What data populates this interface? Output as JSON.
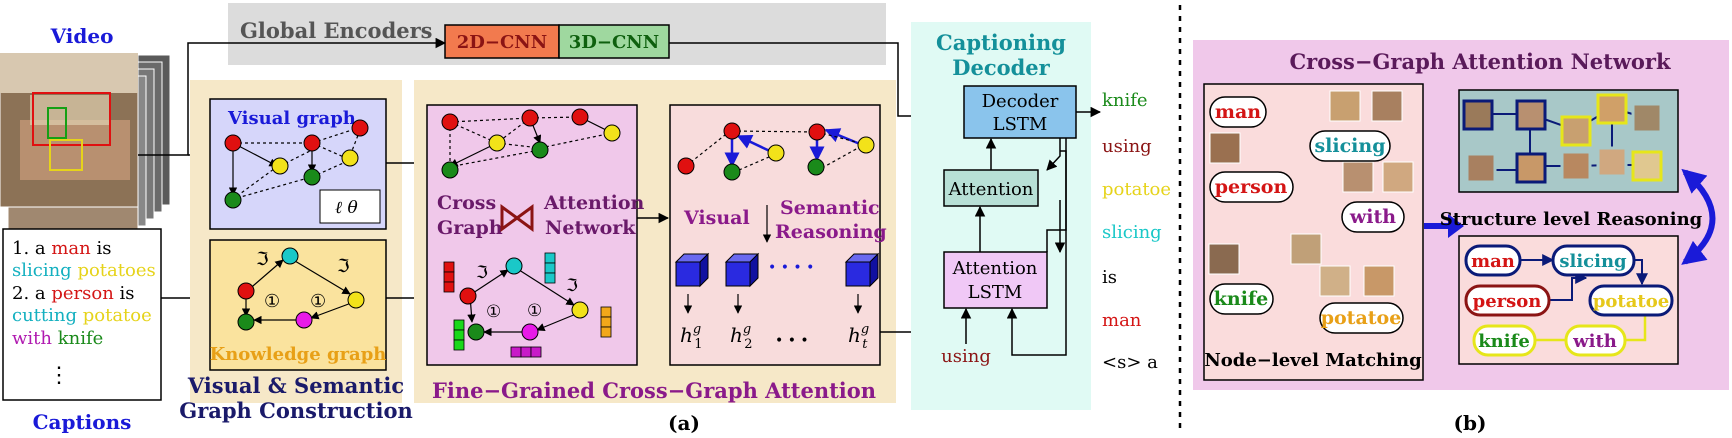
{
  "colors": {
    "blue": "#1a1ad8",
    "red": "#d41515",
    "green": "#1a8a1a",
    "purple": "#8a1a8a",
    "teal": "#14909a",
    "orange": "#e8a017",
    "yellow": "#e6d31a",
    "darkred": "#8b1414",
    "gray_band": "#dcdcdc",
    "beige": "#f6e8c8",
    "mint": "#e0faf4",
    "pink": "#f2c8ea",
    "light_pink": "#f6dcdc"
  },
  "video": {
    "label": "Video"
  },
  "captions": {
    "label": "Captions",
    "line1": [
      {
        "t": "1. a ",
        "c": "black"
      },
      {
        "t": "man",
        "c": "red"
      },
      {
        "t": " is",
        "c": "black"
      }
    ],
    "line2": [
      {
        "t": "slicing",
        "c": "teal"
      },
      {
        "t": " potatoes",
        "c": "yellow"
      }
    ],
    "line3": [
      {
        "t": "2. a ",
        "c": "black"
      },
      {
        "t": "person",
        "c": "red"
      },
      {
        "t": " is",
        "c": "black"
      }
    ],
    "line4": [
      {
        "t": "cutting",
        "c": "teal"
      },
      {
        "t": " potatoe",
        "c": "yellow"
      }
    ],
    "line5": [
      {
        "t": "with",
        "c": "purple"
      },
      {
        "t": " knife",
        "c": "green"
      }
    ],
    "dots": "⋮"
  },
  "global_encoders": {
    "label": "Global Encoders",
    "cnn2d": "2D−CNN",
    "cnn3d": "3D−CNN"
  },
  "visual_graph": {
    "title": "Visual graph",
    "rel_symbols": "ℓ θ"
  },
  "knowledge_graph": {
    "title": "Knowledge graph",
    "edge_label": "ℑ",
    "edge_label2": "①"
  },
  "vsgc": {
    "line1": "Visual & Semantic",
    "line2": "Graph Construction"
  },
  "cross_graph": {
    "left": "Cross",
    "left2": "Graph",
    "right": "Attention",
    "right2": "Network"
  },
  "reasoning": {
    "visual": "Visual",
    "semantic": "Semantic",
    "reasoning": "Reasoning"
  },
  "hidden": {
    "h1": "h",
    "h1sub": "1",
    "h2sub": "2",
    "htsub": "t",
    "sup": "g",
    "dots": "• • •",
    "cube_dots": "• • • •"
  },
  "fine_grained": {
    "label": "Fine−Grained Cross−Graph Attention"
  },
  "decoder": {
    "title1": "Captioning",
    "title2": "Decoder",
    "lstm1": "Decoder",
    "lstm2": "LSTM",
    "attention": "Attention",
    "att_lstm1": "Attention",
    "att_lstm2": "LSTM",
    "input_word": "using"
  },
  "output_words": [
    {
      "t": "knife",
      "c": "green"
    },
    {
      "t": "using",
      "c": "darkred"
    },
    {
      "t": "potatoe",
      "c": "yellow"
    },
    {
      "t": "slicing",
      "c": "teal"
    },
    {
      "t": "is",
      "c": "black"
    },
    {
      "t": "man",
      "c": "red"
    },
    {
      "t": "<s> a",
      "c": "black"
    }
  ],
  "panel_a": {
    "label": "(a)"
  },
  "panel_b": {
    "label": "(b)",
    "title": "Cross−Graph Attention Network",
    "node_matching": "Node−level Matching",
    "structure": "Structure level Reasoning",
    "words": {
      "man": "man",
      "person": "person",
      "knife": "knife",
      "slicing": "slicing",
      "with": "with",
      "potatoe": "potatoe"
    }
  }
}
